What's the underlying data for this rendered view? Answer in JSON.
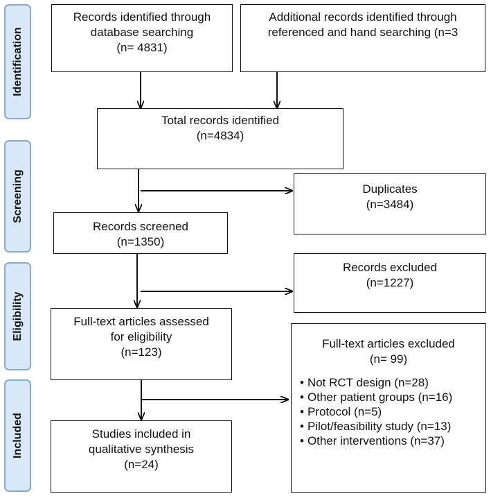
{
  "phases": {
    "identification": "Identification",
    "screening": "Screening",
    "eligibility": "Eligibility",
    "included": "Included"
  },
  "boxes": {
    "database": {
      "line1": "Records identified through",
      "line2": "database searching",
      "line3": "(n= 4831)"
    },
    "additional": {
      "line1": "Additional records identified through",
      "line2": "referenced and hand searching (n=3"
    },
    "total": {
      "line1": "Total records identified",
      "line2": "(n=4834)"
    },
    "duplicates": {
      "line1": "Duplicates",
      "line2": "(n=3484)"
    },
    "screened": {
      "line1": "Records screened",
      "line2": "(n=1350)"
    },
    "excluded": {
      "line1": "Records excluded",
      "line2": "(n=1227)"
    },
    "fulltext": {
      "line1": "Full-text articles assessed",
      "line2": "for eligibility",
      "line3": "(n=123)"
    },
    "fulltext_excluded": {
      "line1": "Full-text articles excluded",
      "line2": "(n= 99)",
      "items": [
        "Not RCT design (n=28)",
        "Other patient groups (n=16)",
        "Protocol (n=5)",
        "Pilot/feasibility study (n=13)",
        "Other interventions (n=37)"
      ]
    },
    "included": {
      "line1": "Studies included in",
      "line2": "qualitative synthesis",
      "line3": "(n=24)"
    }
  }
}
